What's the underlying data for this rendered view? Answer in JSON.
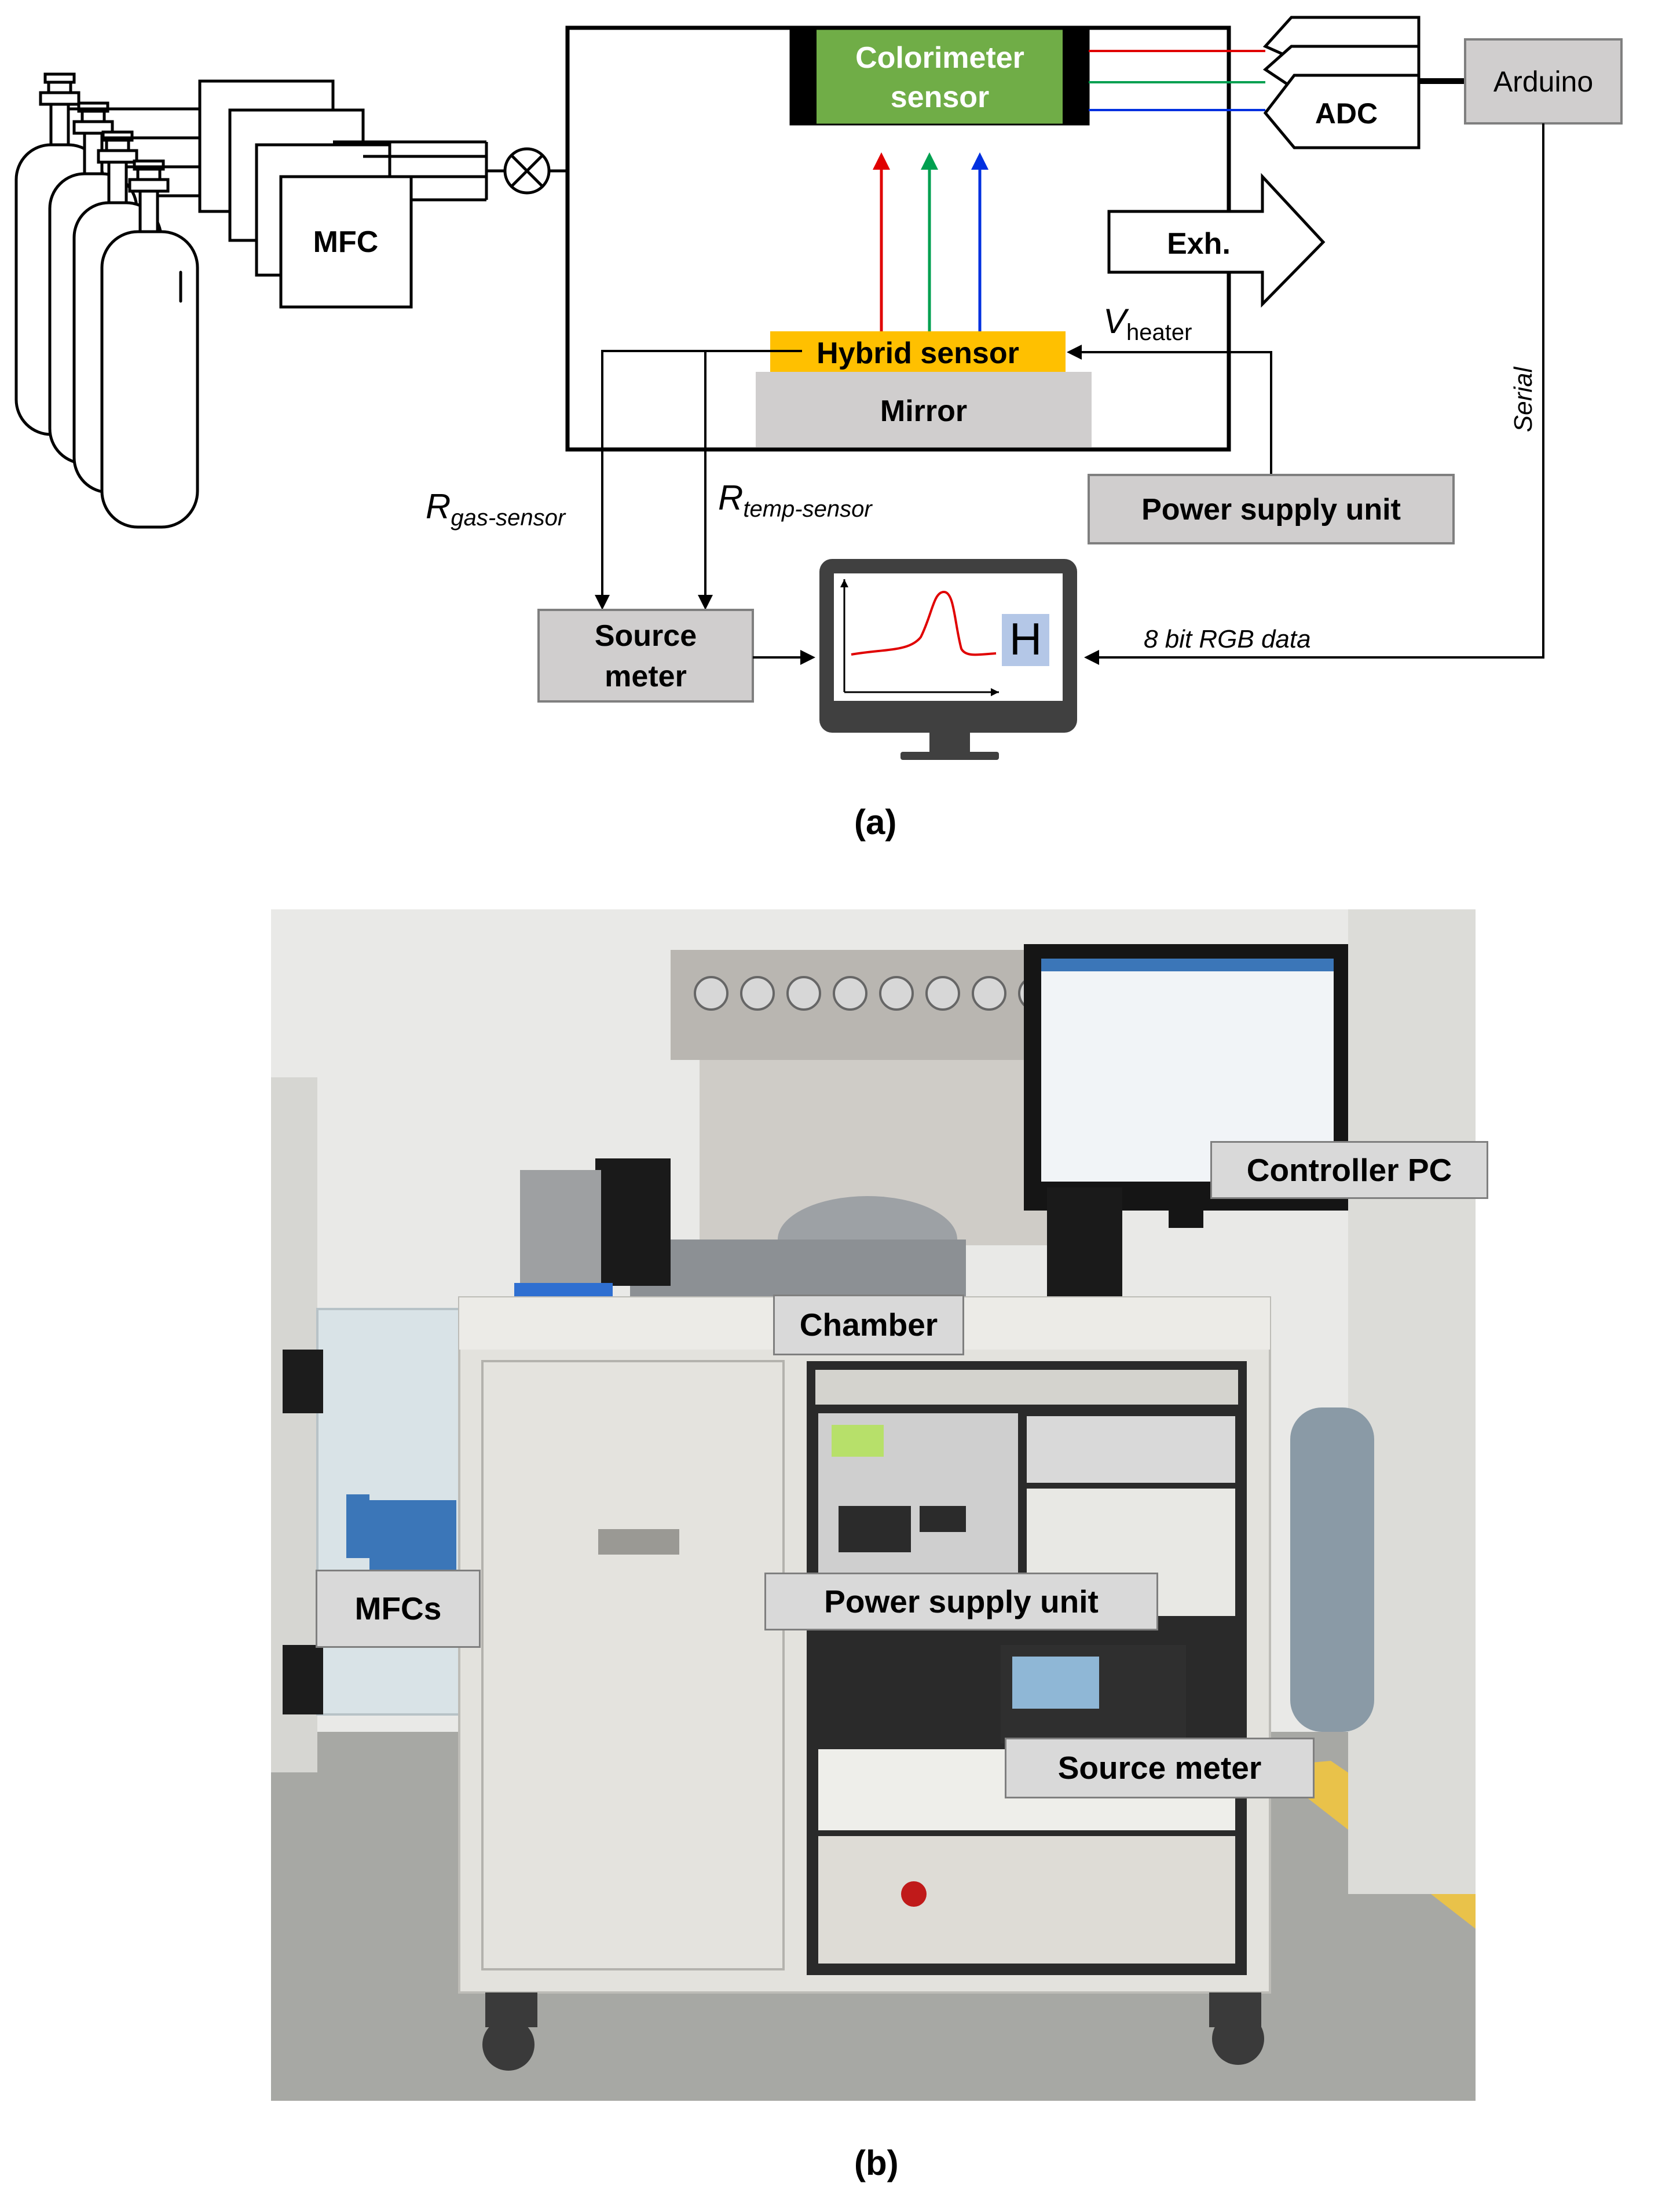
{
  "panel_a": {
    "caption": "(a)",
    "mfc_label": "MFC",
    "colorimeter_line1": "Colorimeter",
    "colorimeter_line2": "sensor",
    "adc_label": "ADC",
    "arduino_label": "Arduino",
    "exhaust_label": "Exh.",
    "hybrid_sensor_label": "Hybrid sensor",
    "mirror_label": "Mirror",
    "v_heater_main": "V",
    "v_heater_sub": "heater",
    "serial_label": "Serial",
    "r_gas_main": "R",
    "r_gas_sub": "gas-sensor",
    "r_temp_main": "R",
    "r_temp_sub": "temp-sensor",
    "power_supply_label": "Power supply unit",
    "source_meter_line1": "Source",
    "source_meter_line2": "meter",
    "rgb_data_label": "8 bit RGB data",
    "monitor_letter": "H",
    "colors": {
      "colorimeter_fill": "#70ad47",
      "hybrid_fill": "#ffc000",
      "gray_fill": "#d0cece",
      "monitor_dark": "#404040",
      "monitor_letter_bg": "#b4c7e7",
      "red": "#e00000",
      "green": "#00a050",
      "blue": "#0030e0"
    }
  },
  "panel_b": {
    "caption": "(b)",
    "tags": {
      "controller_pc": "Controller PC",
      "chamber": "Chamber",
      "mfcs": "MFCs",
      "power_supply": "Power supply unit",
      "source_meter": "Source meter"
    }
  }
}
